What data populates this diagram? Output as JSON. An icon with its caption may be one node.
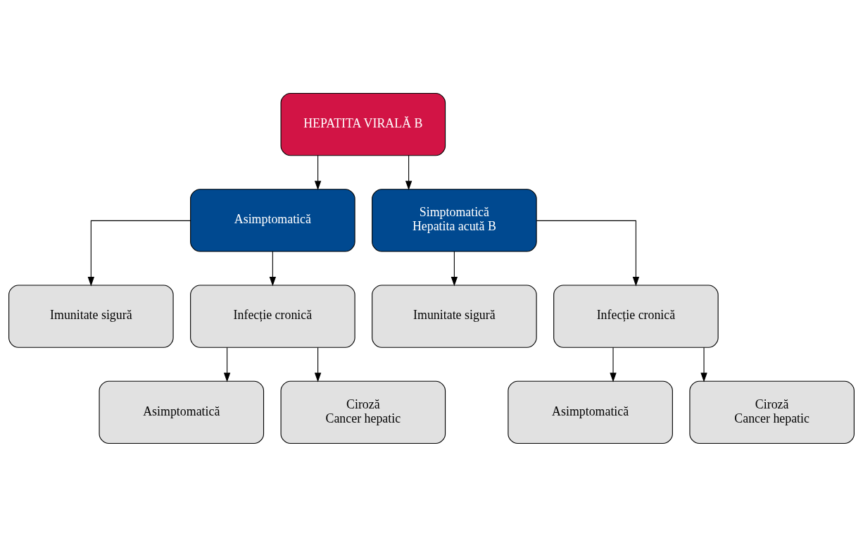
{
  "diagram": {
    "nodes": [
      {
        "text": [
          "HEPATITA VIRALĂ B"
        ]
      },
      {
        "text": [
          "Asimptomatică"
        ]
      },
      {
        "text": [
          "Simptomatică",
          "Hepatita acută B"
        ]
      },
      {
        "text": [
          "Imunitate sigură"
        ]
      },
      {
        "text": [
          "Infecție cronică"
        ]
      },
      {
        "text": [
          "Imunitate sigură"
        ]
      },
      {
        "text": [
          "Infecție cronică"
        ]
      },
      {
        "text": [
          "Asimptomatică"
        ]
      },
      {
        "text": [
          "Ciroză",
          "Cancer hepatic"
        ]
      },
      {
        "text": [
          "Asimptomatică"
        ]
      },
      {
        "text": [
          "Ciroză",
          "Cancer hepatic"
        ]
      }
    ],
    "edges": [
      {
        "from": 0,
        "to": 1,
        "arrow": "to"
      },
      {
        "from": 0,
        "to": 2,
        "arrow": "to"
      },
      {
        "from": 1,
        "to": 3,
        "arrow": "to"
      },
      {
        "from": 1,
        "to": 4,
        "arrow": "to"
      },
      {
        "from": 2,
        "to": 5,
        "arrow": "to"
      },
      {
        "from": 2,
        "to": 6,
        "arrow": "to"
      },
      {
        "from": 4,
        "to": 7,
        "arrow": "to"
      },
      {
        "from": 4,
        "to": 8,
        "arrow": "to"
      },
      {
        "from": 6,
        "to": 9,
        "arrow": "to"
      },
      {
        "from": 6,
        "to": 10,
        "arrow": "to"
      }
    ]
  }
}
